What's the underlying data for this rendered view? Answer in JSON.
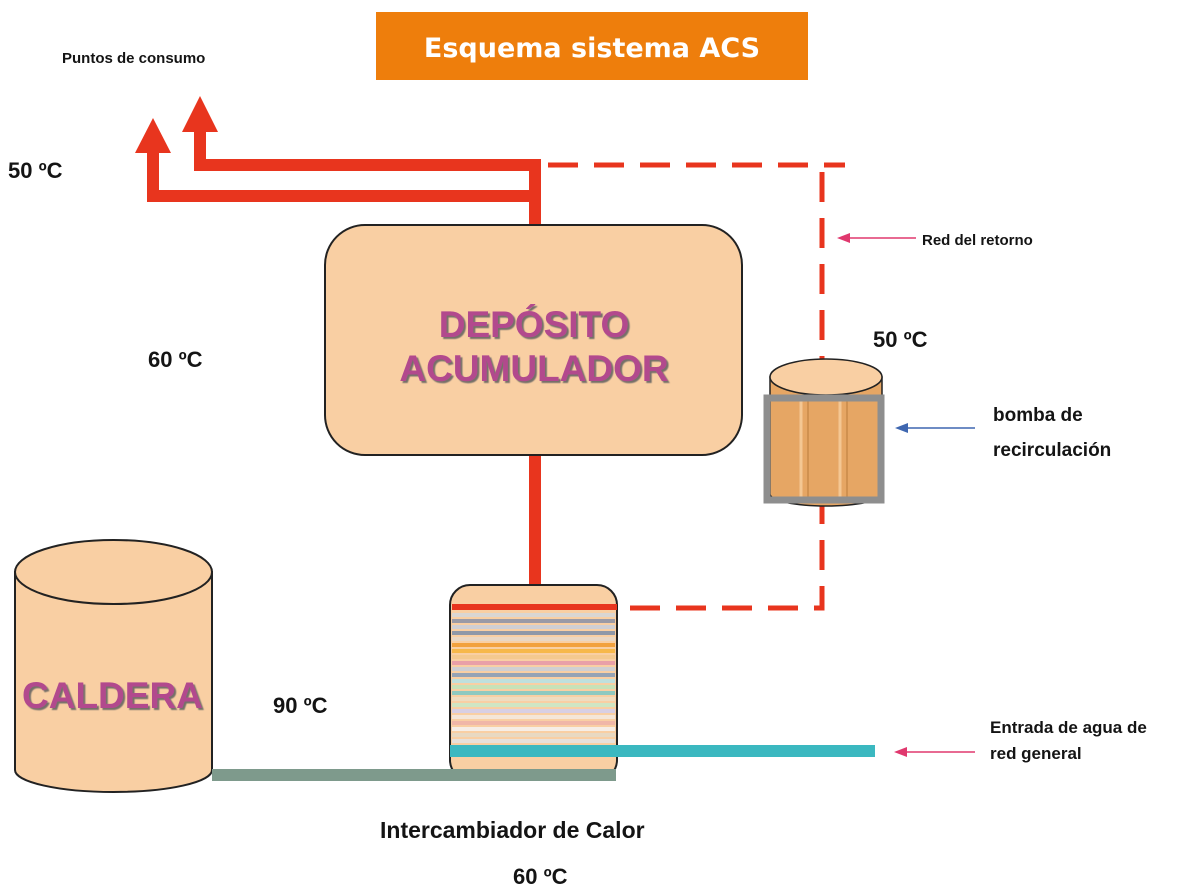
{
  "banner": {
    "title": "Esquema sistema ACS"
  },
  "labels": {
    "consumption_points": "Puntos de consumo",
    "temp_outlet": "50 ºC",
    "temp_deposit": "60 ºC",
    "deposit_line1": "DEPÓSITO",
    "deposit_line2": "ACUMULADOR",
    "return_network": "Red del retorno",
    "temp_return": "50 ºC",
    "pump_line1": "bomba de",
    "pump_line2": "recirculación",
    "boiler": "CALDERA",
    "temp_boiler": "90 ºC",
    "exchanger": "Intercambiador de Calor",
    "temp_exchanger": "60 ºC",
    "inlet_line1": "Entrada de agua de",
    "inlet_line2": "red general"
  },
  "colors": {
    "banner": "#EE7E0C",
    "hot_pipe": "#E8351E",
    "boiler_pipe": "#7E9A8C",
    "inlet_pipe": "#3BB8C0",
    "tank_fill": "#F9CFA3",
    "pump_body": "#E6A664",
    "pump_frame": "#8E8E8E",
    "label_accent": "#B2498D",
    "return_arrow": "#E0386E",
    "pump_arrow": "#3F67B0",
    "outline": "#222222"
  }
}
